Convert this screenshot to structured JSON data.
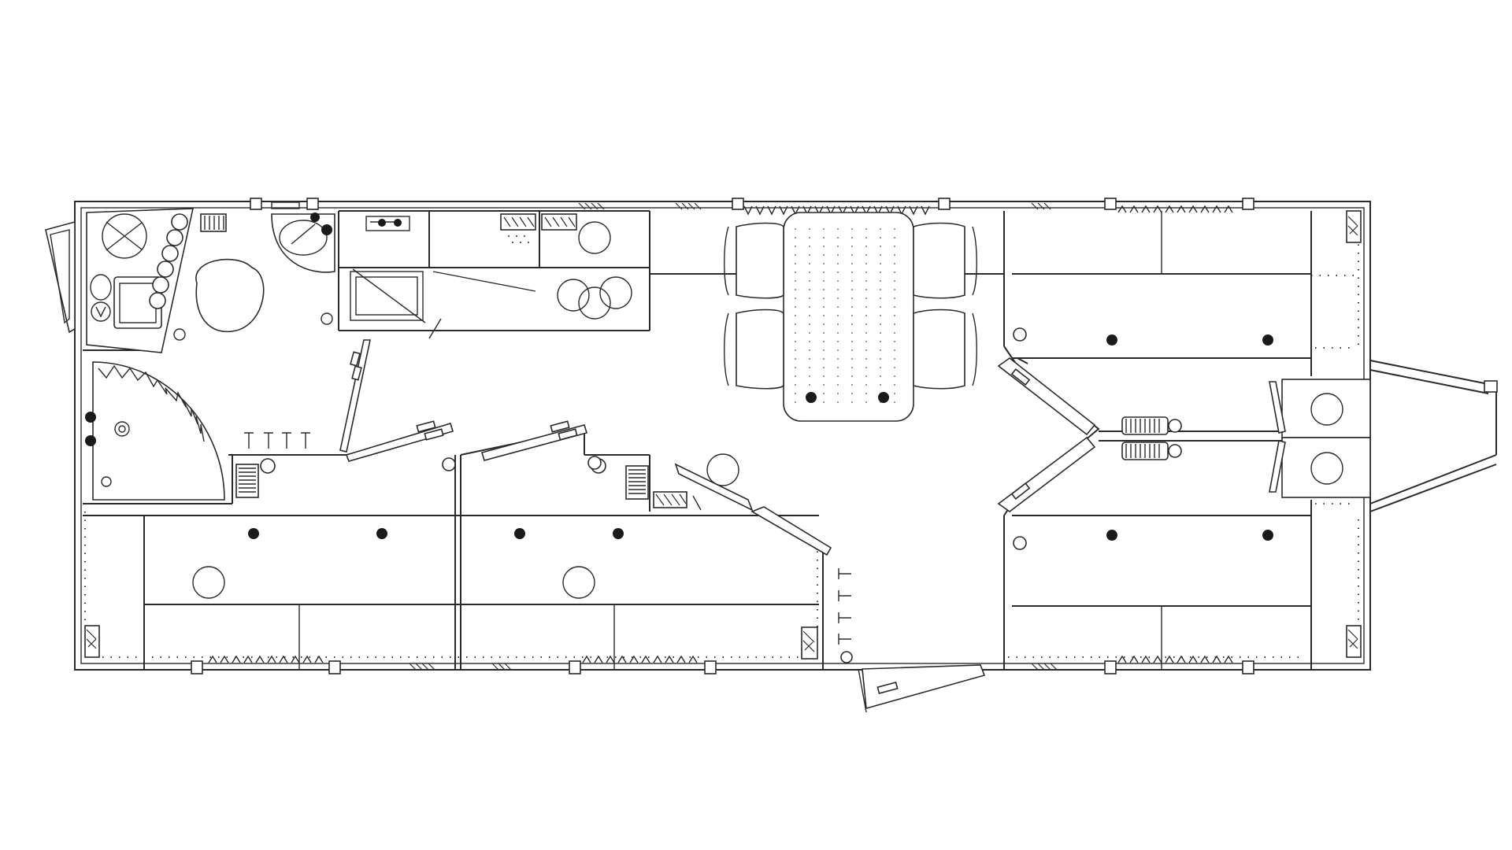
{
  "drawing": {
    "colors": {
      "line": "#2a2a2a",
      "paper": "#ffffff",
      "fill": "#1a1a1a"
    }
  },
  "rooms": [
    {
      "id": "bathroom"
    },
    {
      "id": "utility-corridor"
    },
    {
      "id": "kitchen"
    },
    {
      "id": "dining"
    },
    {
      "id": "front-left-bedroom"
    },
    {
      "id": "front-right-bedroom"
    },
    {
      "id": "lower-left-bedroom"
    },
    {
      "id": "lower-mid-bedroom"
    }
  ]
}
